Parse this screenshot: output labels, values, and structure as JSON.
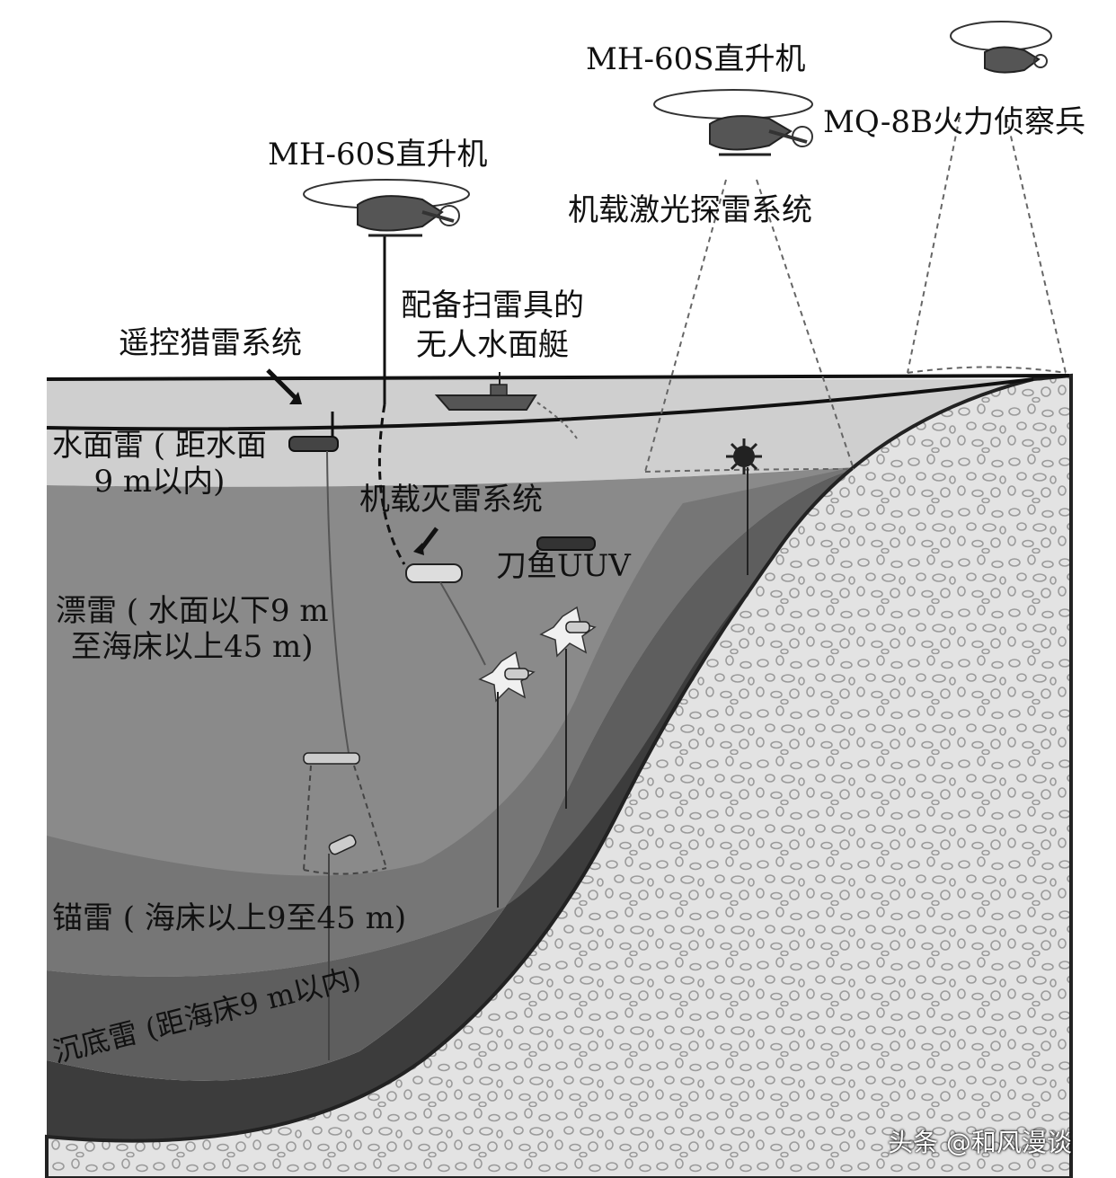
{
  "labels": {
    "heli_left": "MH-60S直升机",
    "heli_right": "MH-60S直升机",
    "uav": "MQ-8B火力侦察兵",
    "laser": "机载激光探雷系统",
    "usv": "配备扫雷具的\n无人水面艇",
    "rmh": "遥控猎雷系统",
    "surface_mine": "水面雷 ( 距水面\n9 m以内)",
    "airborne_neutralization": "机载灭雷系统",
    "uuv": "刀鱼UUV",
    "drifting_mine": "漂雷 ( 水面以下9 m\n至海床以上45 m)",
    "moored_mine": "锚雷 ( 海床以上9至45 m)",
    "bottom_mine": "沉底雷 (距海床9 m以内)"
  },
  "watermark": "头条 @和风漫谈",
  "colors": {
    "surface_band": "#cfcfcf",
    "mid_water": "#8a8a8a",
    "deep_water": "#5e5e5e",
    "bottom_layer": "#3c3c3c",
    "seabed": "#e3e3e3",
    "seabed_pebble": "#9a9a9a"
  }
}
